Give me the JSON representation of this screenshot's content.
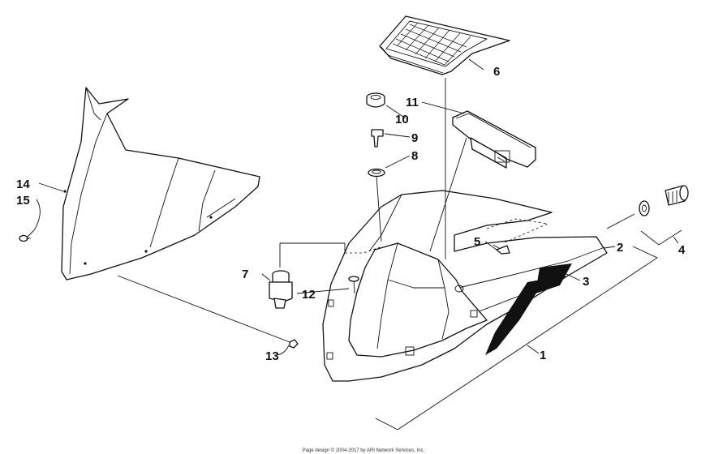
{
  "callouts": [
    {
      "id": "c1",
      "text": "1"
    },
    {
      "id": "c2",
      "text": "2"
    },
    {
      "id": "c3",
      "text": "3"
    },
    {
      "id": "c4",
      "text": "4"
    },
    {
      "id": "c5",
      "text": "5"
    },
    {
      "id": "c6",
      "text": "6"
    },
    {
      "id": "c7",
      "text": "7"
    },
    {
      "id": "c8",
      "text": "8"
    },
    {
      "id": "c9",
      "text": "9"
    },
    {
      "id": "c10",
      "text": "10"
    },
    {
      "id": "c11",
      "text": "11"
    },
    {
      "id": "c12",
      "text": "12"
    },
    {
      "id": "c13",
      "text": "13"
    },
    {
      "id": "c14",
      "text": "14"
    },
    {
      "id": "c15",
      "text": "15"
    }
  ],
  "footer": {
    "copyright": "Page design © 2004-2017 by ARI Network Services, Inc."
  }
}
